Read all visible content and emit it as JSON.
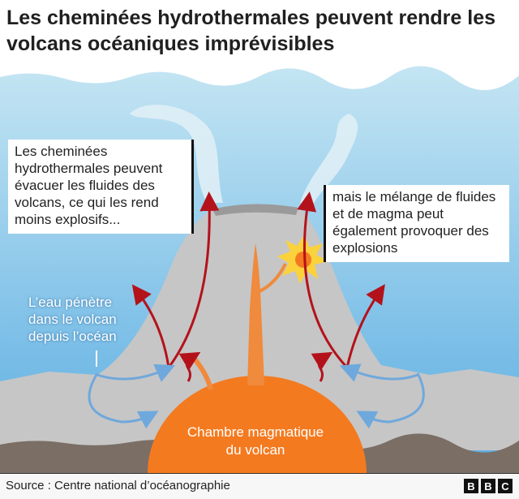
{
  "title": "Les cheminées hydrothermales peuvent rendre les volcans océaniques imprévisibles",
  "callouts": {
    "left": "Les cheminées hydrothermales peuvent évacuer les fluides des volcans, ce qui les rend moins explosifs...",
    "right": "mais le mélange de fluides et de magma peut également provoquer des explosions"
  },
  "labels": {
    "water": "L’eau pénètre dans le volcan depuis l’océan",
    "chamber_line1": "Chambre magmatique",
    "chamber_line2": "du volcan"
  },
  "footer": {
    "source": "Source : Centre national d’océanographie",
    "logo": "BBC"
  },
  "colors": {
    "ocean_top": "#c0e3f2",
    "ocean_bottom": "#5fb0e3",
    "rock": "#c6c6c6",
    "ground": "#7b6e65",
    "magma": "#f47a20",
    "arrow_hot": "#b4121b",
    "arrow_water": "#6fa8dc"
  }
}
